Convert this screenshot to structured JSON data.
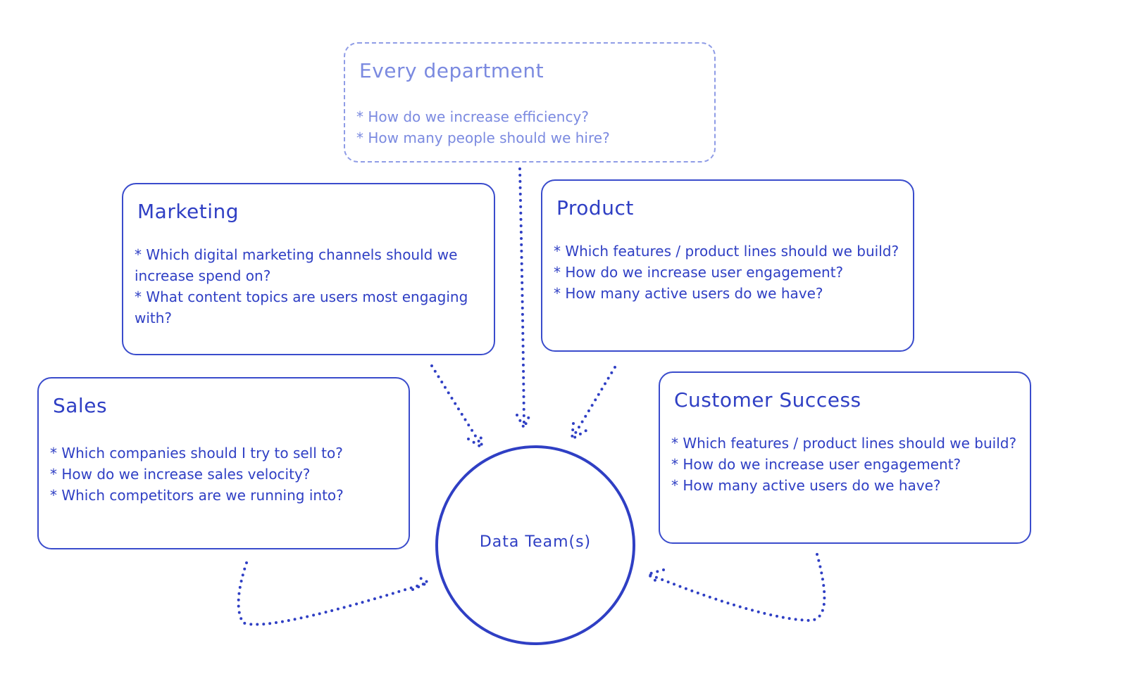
{
  "colors": {
    "primary": "#2f3fc4",
    "faded": "#7b8ae0"
  },
  "every_department": {
    "title": "Every department",
    "bullets": [
      "How do we increase efficiency?",
      "How many people should we hire?"
    ]
  },
  "marketing": {
    "title": "Marketing",
    "bullets": [
      "Which digital marketing channels should we increase spend on?",
      "What content topics are users most engaging with?"
    ]
  },
  "product": {
    "title": "Product",
    "bullets": [
      "Which features / product lines should we build?",
      "How do we increase user engagement?",
      "How many active users do we have?"
    ]
  },
  "sales": {
    "title": "Sales",
    "bullets": [
      "Which companies should I try to sell to?",
      "How do we increase sales velocity?",
      "Which competitors are we running into?"
    ]
  },
  "customer_success": {
    "title": "Customer Success",
    "bullets": [
      "Which features / product lines should we build?",
      "How do we increase user engagement?",
      "How many active users do we have?"
    ]
  },
  "center": {
    "label": "Data Team(s)"
  }
}
